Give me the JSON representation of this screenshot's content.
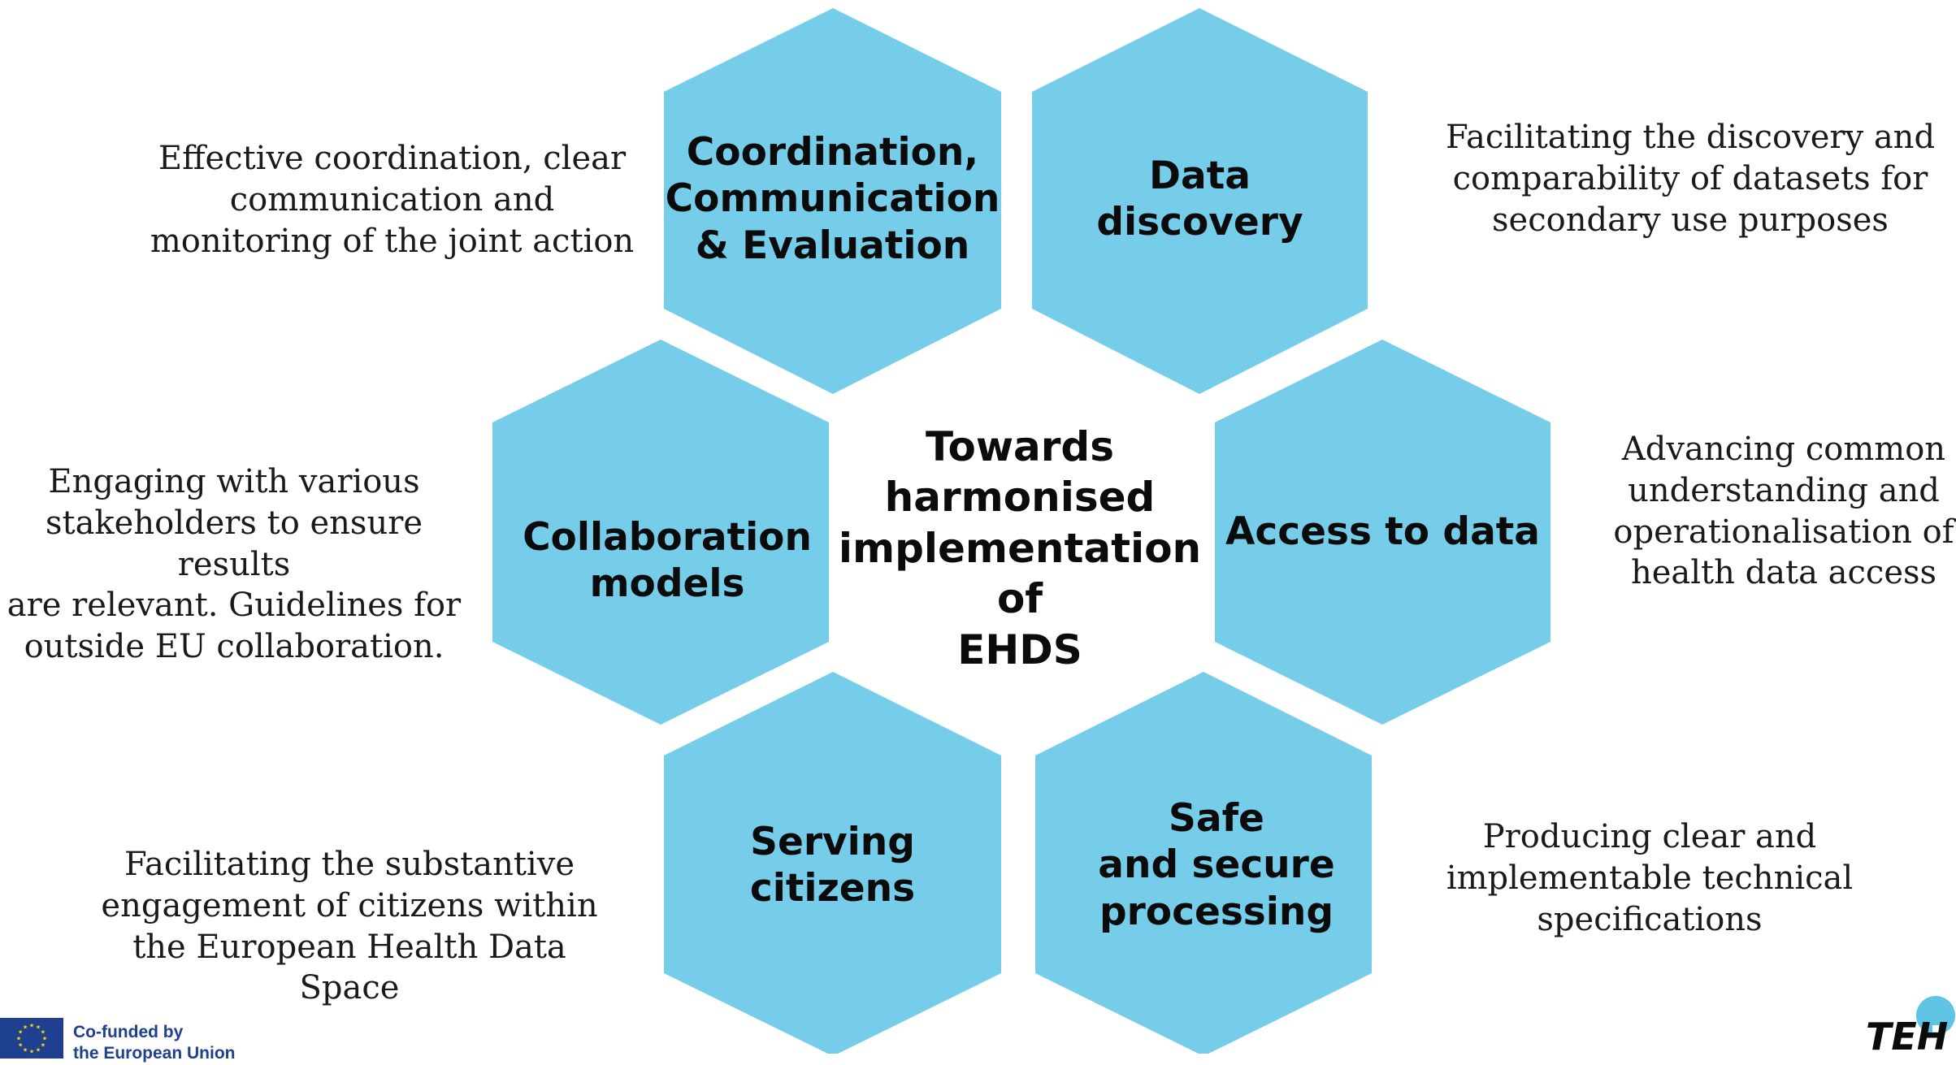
{
  "colors": {
    "hexagon_fill": "#75cde9",
    "title_text": "#0b0b0b",
    "description_text": "#1a1a1a",
    "eu_blue": "#1f3f8f",
    "eu_star": "#ffdd00",
    "logo_accent": "#5fc3e4"
  },
  "center": {
    "title": "Towards\nharmonised\nimplementation\nof\nEHDS"
  },
  "work_packages": [
    {
      "title": "Coordination,\nCommunication\n& Evaluation",
      "description": "Effective coordination, clear\ncommunication and\nmonitoring of the joint action"
    },
    {
      "title": "Data\ndiscovery",
      "description": "Facilitating the discovery and\ncomparability of datasets for\nsecondary use purposes"
    },
    {
      "title": "Collaboration\nmodels",
      "description": "Engaging with various\nstakeholders to ensure results\nare relevant. Guidelines for\noutside EU collaboration."
    },
    {
      "title": "Access to data",
      "description": "Advancing common\nunderstanding and\noperationalisation of\nhealth data access"
    },
    {
      "title": "Serving\ncitizens",
      "description": "Facilitating the substantive\nengagement of citizens within\nthe European Health Data Space"
    },
    {
      "title": "Safe\nand secure\nprocessing",
      "description": "Producing clear and\nimplementable technical\nspecifications"
    }
  ],
  "footer": {
    "eu_funding_text": "Co-funded by\nthe European Union",
    "logo_text": "TEH",
    "eu_flag_icon": "eu-flag-icon",
    "logo_icon": "teh-logo-icon"
  }
}
